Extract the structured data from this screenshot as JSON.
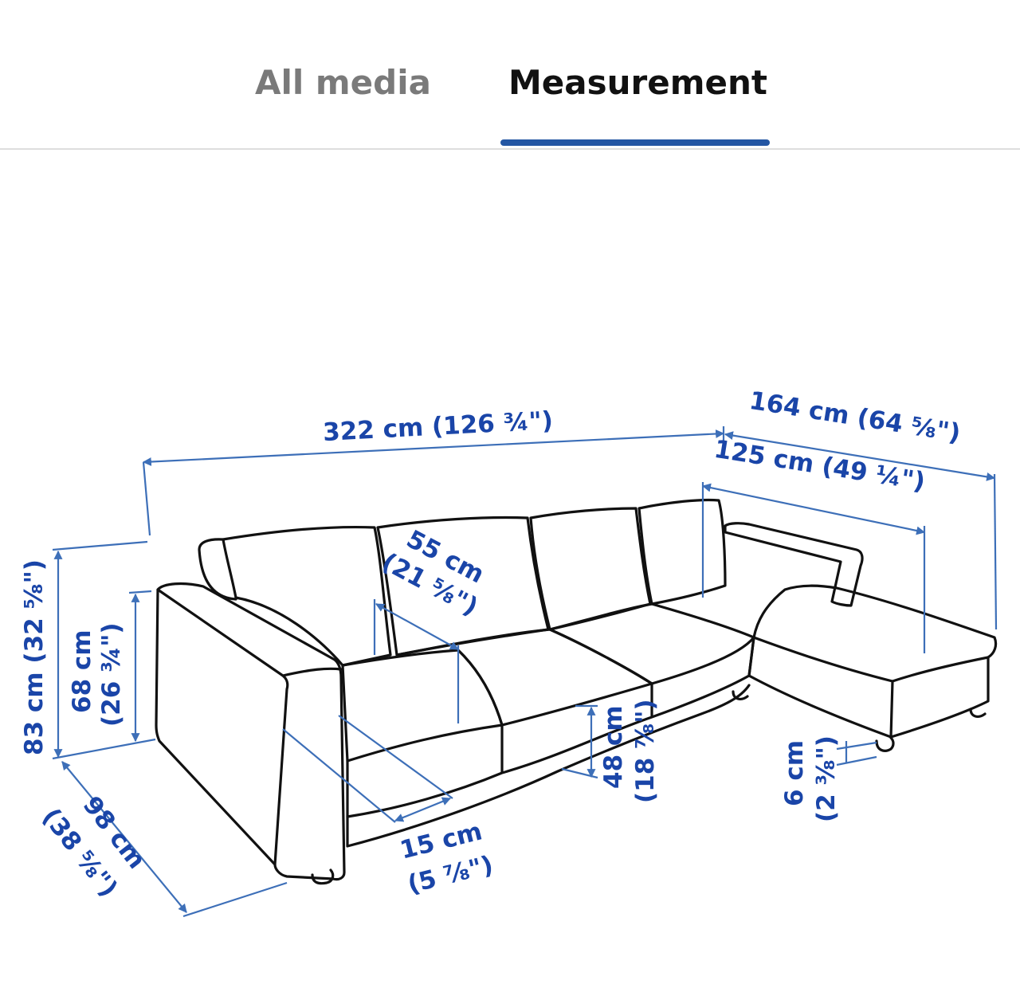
{
  "tabs": [
    {
      "label": "All media",
      "selected": false
    },
    {
      "label": "Measurement",
      "selected": true
    }
  ],
  "colors": {
    "accent": "#2356a3",
    "dimension": "#1a45a8",
    "dimension_line": "#3d6fb8",
    "outline": "#111111",
    "inactive_tab": "#7a7a7a",
    "divider": "#dedede"
  },
  "measurements": {
    "total_width": "322 cm (126 ¾\")",
    "chaise_depth": "164 cm (64 ⅝\")",
    "chaise_seat_depth": "125 cm (49 ¼\")",
    "seat_depth": "55 cm",
    "seat_depth_in": "(21 ⅝\")",
    "total_height": "83 cm (32 ⅝\")",
    "armrest_height": "68 cm",
    "armrest_height_in": "(26 ¾\")",
    "seat_height": "48 cm",
    "seat_height_in": "(18 ⅞\")",
    "leg_height": "6 cm",
    "leg_height_in": "(2 ⅜\")",
    "armrest_width": "15 cm",
    "armrest_width_in": "(5 ⅞\")",
    "depth": "98 cm",
    "depth_in": "(38 ⅝\")"
  }
}
